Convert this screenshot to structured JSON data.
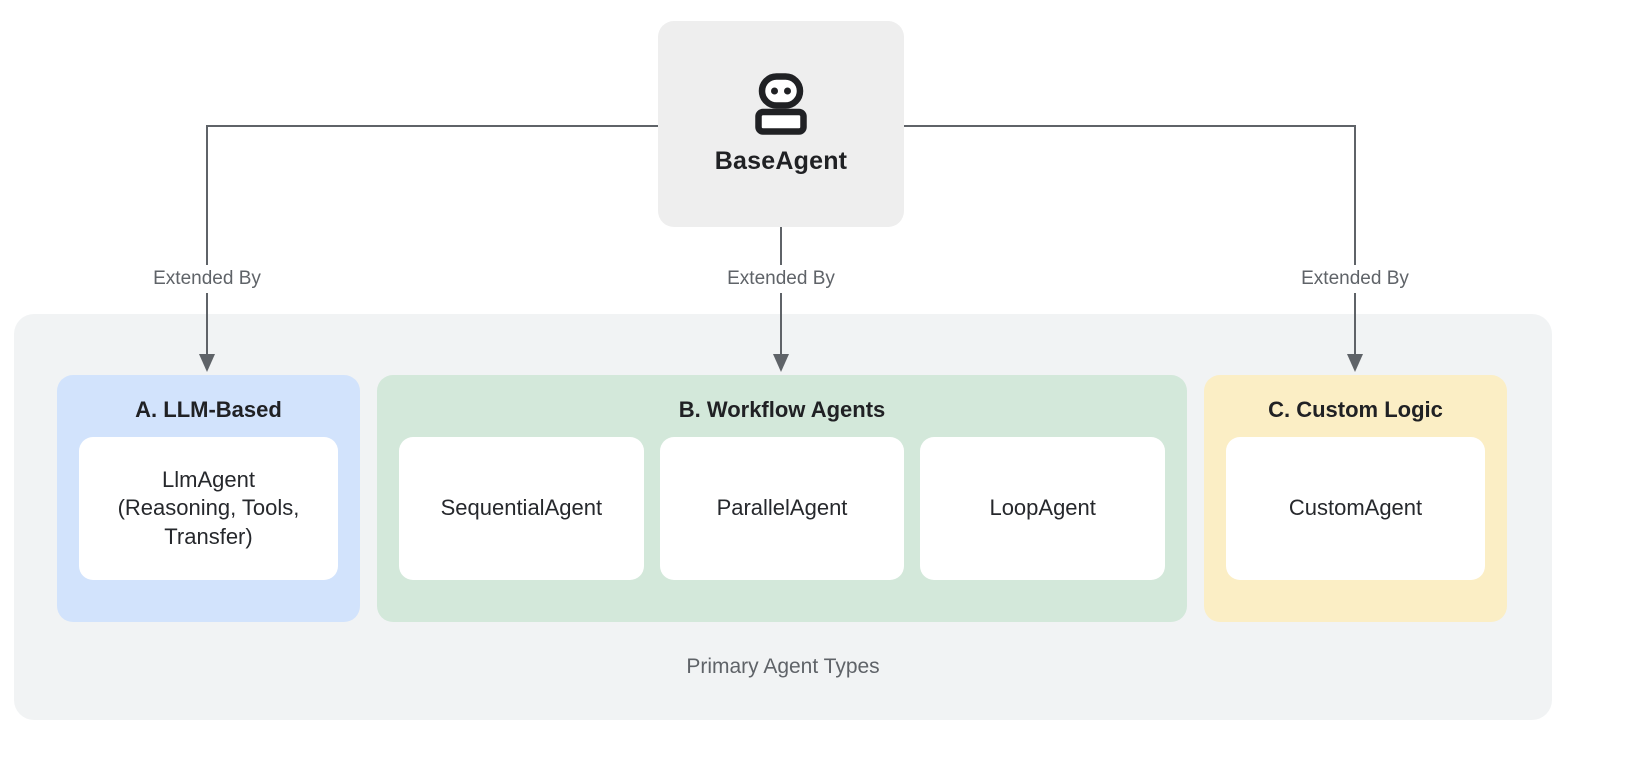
{
  "diagram": {
    "root": {
      "label": "BaseAgent",
      "icon": "robot-icon"
    },
    "edge_labels": [
      "Extended By",
      "Extended By",
      "Extended By"
    ],
    "group": {
      "caption": "Primary Agent Types",
      "sections": [
        {
          "title": "A. LLM-Based",
          "accent": "#d2e3fc",
          "cards": [
            "LlmAgent\n(Reasoning, Tools,\nTransfer)"
          ]
        },
        {
          "title": "B. Workflow Agents",
          "accent": "#d3e8da",
          "cards": [
            "SequentialAgent",
            "ParallelAgent",
            "LoopAgent"
          ]
        },
        {
          "title": "C. Custom Logic",
          "accent": "#fbeec5",
          "cards": [
            "CustomAgent"
          ]
        }
      ]
    },
    "colors": {
      "connector": "#5f6368",
      "root_bg": "#eeeeee",
      "group_bg": "#f1f3f4",
      "text_dark": "#202124",
      "text_muted": "#5f6368",
      "card_bg": "#ffffff"
    }
  }
}
